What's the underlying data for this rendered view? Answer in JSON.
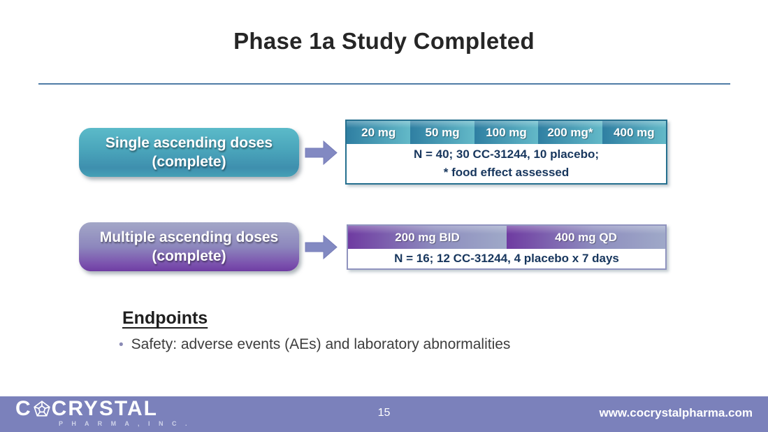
{
  "title": "Phase 1a Study Completed",
  "rows": [
    {
      "label_line1": "Single ascending doses",
      "label_line2": "(complete)",
      "doses": [
        "20 mg",
        "50 mg",
        "100 mg",
        "200 mg*",
        "400 mg"
      ],
      "note_line1": "N = 40; 30 CC-31244, 10 placebo;",
      "note_line2": "* food effect assessed"
    },
    {
      "label_line1": "Multiple ascending doses",
      "label_line2": "(complete)",
      "doses": [
        "200 mg BID",
        "400 mg QD"
      ],
      "note_line1": "N = 16; 12 CC-31244, 4 placebo x 7 days"
    }
  ],
  "endpoints": {
    "heading": "Endpoints",
    "bullet_glyph": "•",
    "bullets": [
      "Safety: adverse events (AEs) and laboratory abnormalities"
    ]
  },
  "footer": {
    "logo_prefix": "C",
    "logo_suffix": "CRYSTAL",
    "logo_subtitle": "P H A R M A , I N C .",
    "page_number": "15",
    "website": "www.cocrystalpharma.com"
  },
  "colors": {
    "rule-color": "#4f7ca6",
    "teal-btn-top": "#5bbac9",
    "teal-btn-bottom": "#3e8fae",
    "teal-dark": "#26708f",
    "teal-dark2": "#2f7fa2",
    "teal-light": "#63b9c8",
    "purple-btn-top": "#a3a7c7",
    "purple-btn-bottom": "#6f3da3",
    "purple-dark": "#6f3ba1",
    "lavender": "#9fa9c8",
    "navy": "#17365d",
    "arrow": "#8289c2",
    "footer-bg": "#7b81bb"
  }
}
